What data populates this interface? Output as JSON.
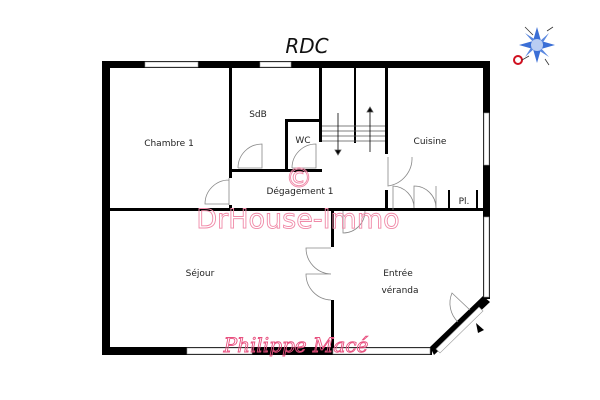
{
  "title": "RDC",
  "rooms": {
    "chambre1": "Chambre 1",
    "sdb": "SdB",
    "wc": "WC",
    "cuisine": "Cuisine",
    "degagement": "Dégagement 1",
    "placard": "Pl.",
    "sejour": "Séjour",
    "entree_line1": "Entrée",
    "entree_line2": "véranda"
  },
  "watermark": "DrHouse-Immo",
  "copyright_symbol": "©",
  "signature": "Philippe Macé",
  "compass": {
    "icon": "compass-rose-icon",
    "color": "#3b6fd6",
    "marker_color": "#d01020"
  },
  "colors": {
    "wall": "#000000",
    "watermark": "#f08aa8"
  }
}
